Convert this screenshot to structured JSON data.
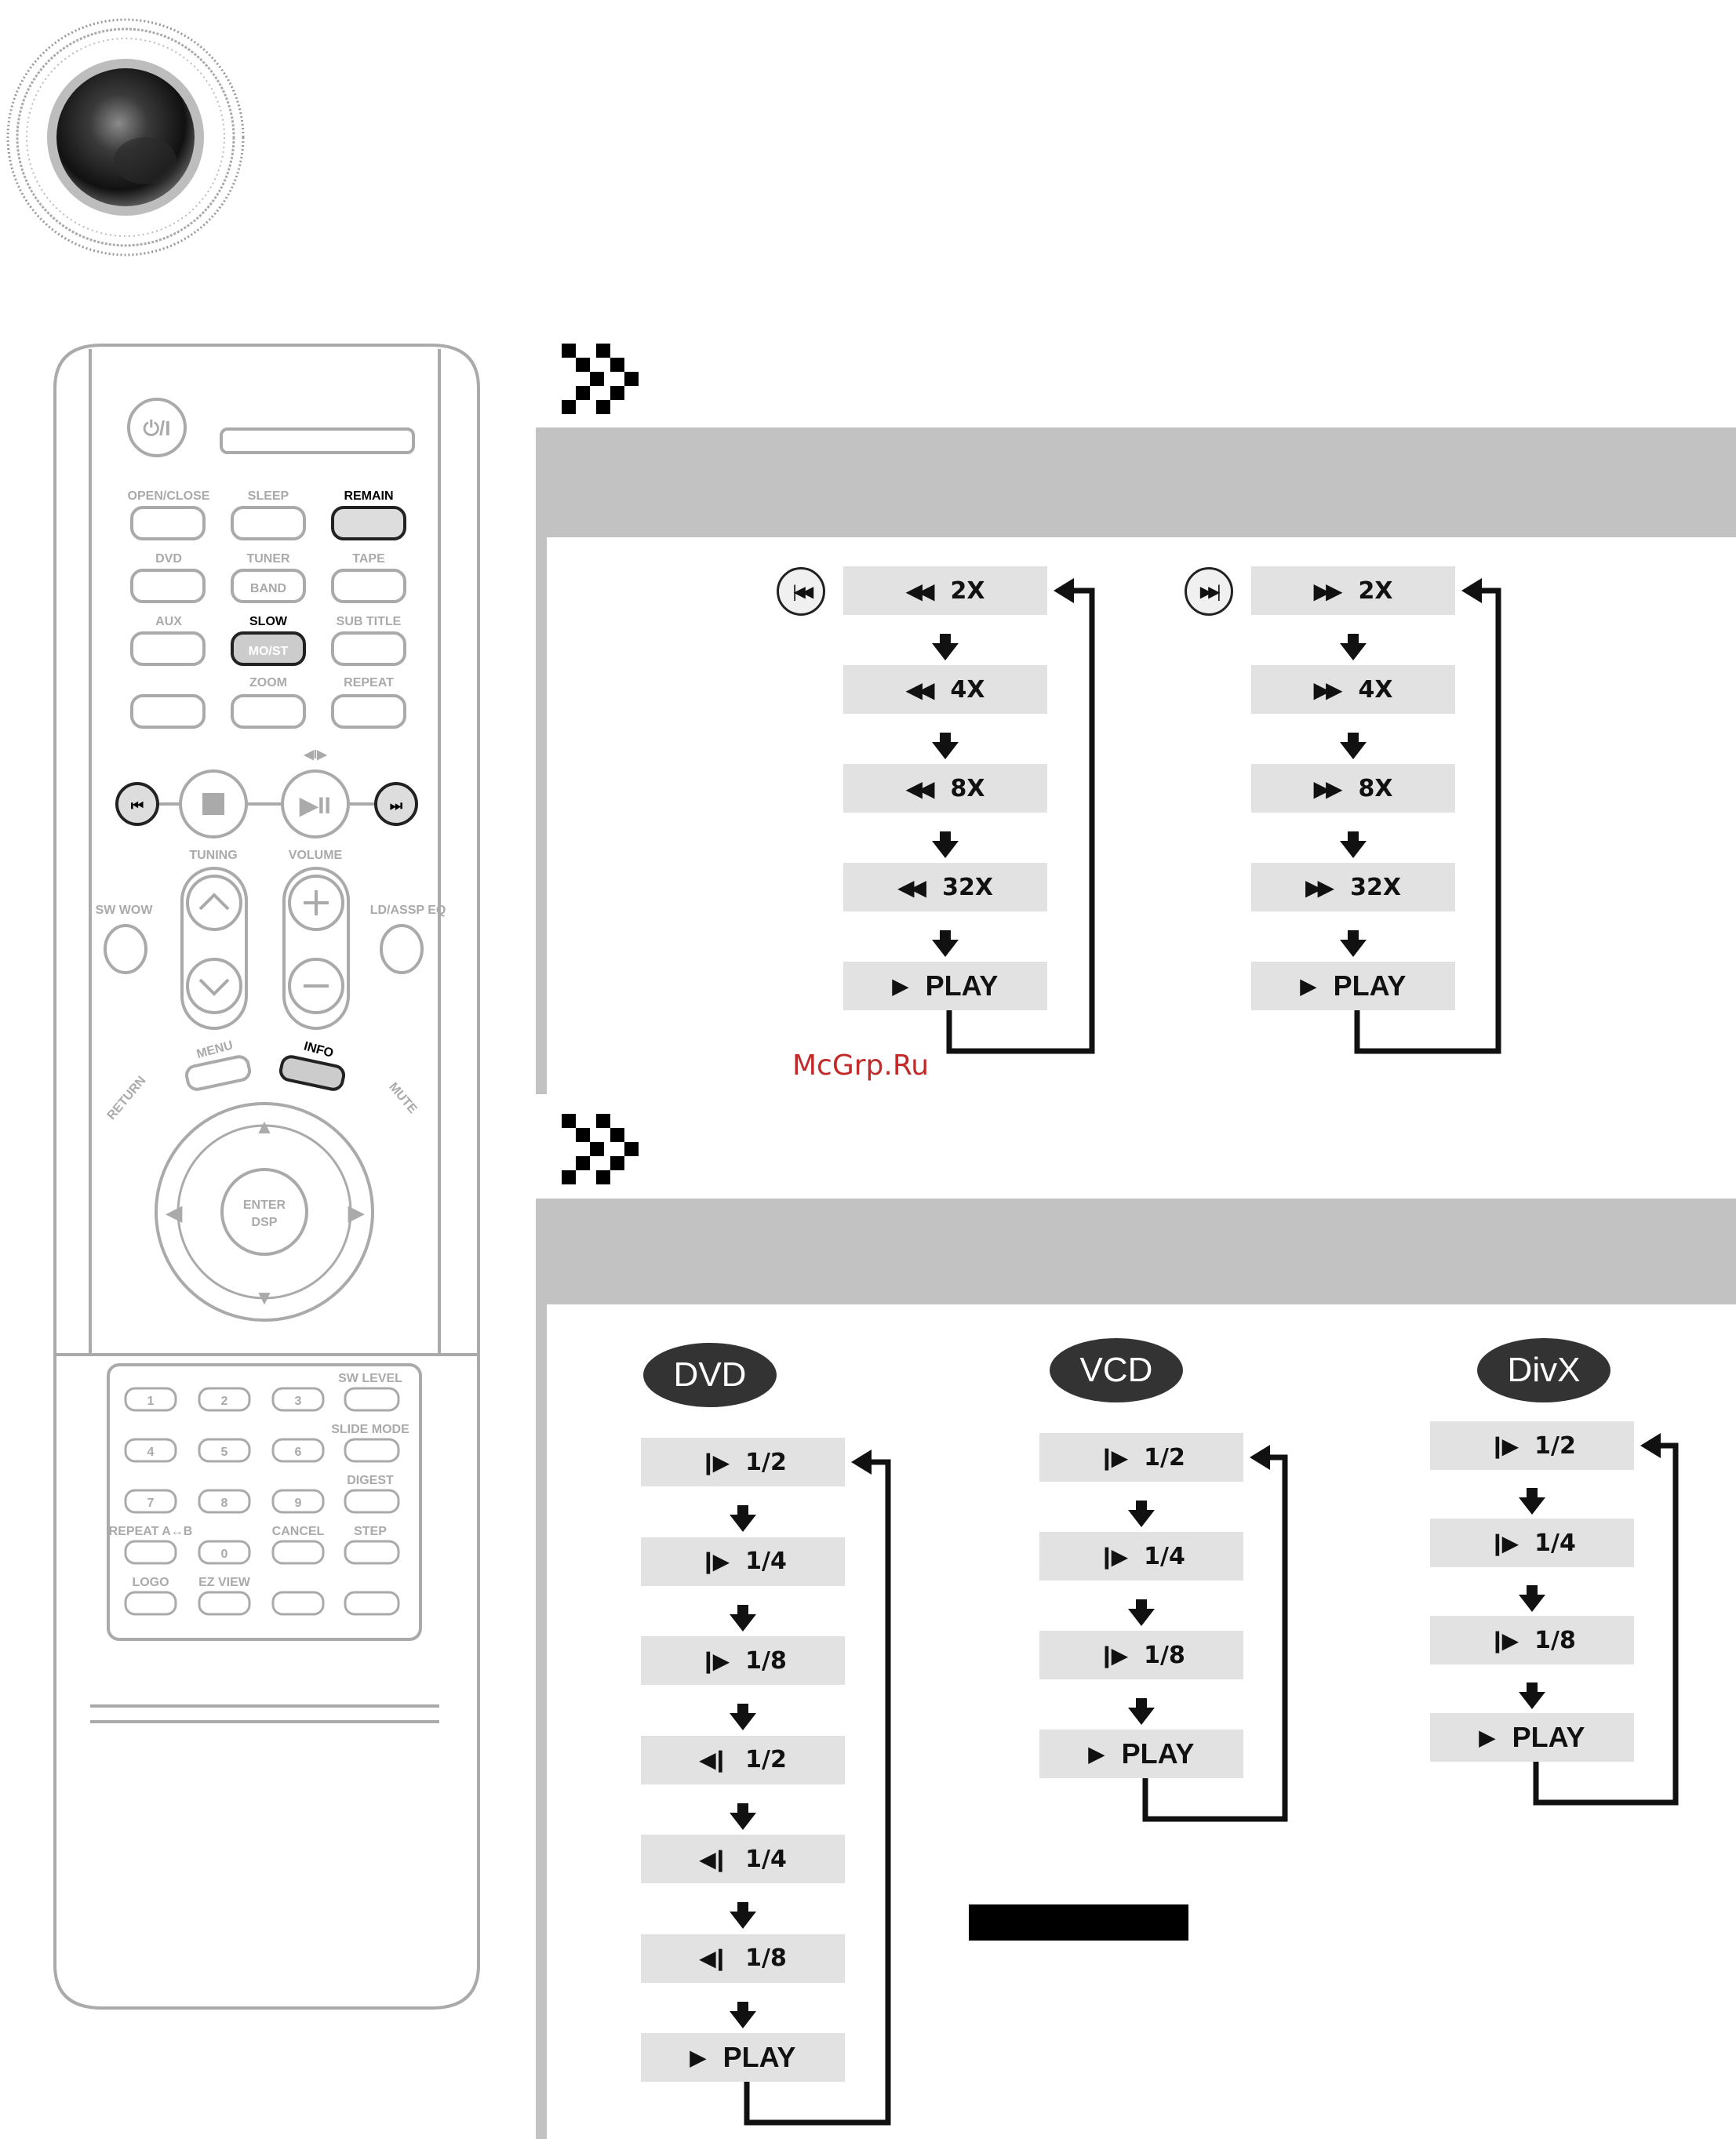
{
  "remote": {
    "power_label": "⏻/I",
    "buttons": {
      "open_close": "OPEN/CLOSE",
      "sleep": "SLEEP",
      "remain": "REMAIN",
      "dvd": "DVD",
      "tuner": "TUNER",
      "band": "BAND",
      "tape": "TAPE",
      "aux": "AUX",
      "slow": "SLOW",
      "mo_st": "MO/ST",
      "sub_title": "SUB TITLE",
      "zoom": "ZOOM",
      "repeat": "REPEAT",
      "tuning": "TUNING",
      "volume": "VOLUME",
      "sw_wow": "SW WOW",
      "ld_assp_eq": "LD/ASSP EQ",
      "menu": "MENU",
      "info": "INFO",
      "return": "RETURN",
      "mute": "MUTE",
      "enter": "ENTER",
      "dsp": "DSP",
      "sw_level": "SW LEVEL",
      "slide_mode": "SLIDE MODE",
      "digest": "DIGEST",
      "cancel": "CANCEL",
      "step": "STEP",
      "ez_view": "EZ VIEW",
      "logo": "LOGO",
      "repeat_ab": "REPEAT A↔B",
      "num": [
        "1",
        "2",
        "3",
        "4",
        "5",
        "6",
        "7",
        "8",
        "9",
        "0"
      ]
    }
  },
  "search": {
    "rev_button_icon": "skip-back-icon",
    "fwd_button_icon": "skip-forward-icon",
    "rev_steps": [
      {
        "glyph": "◀◀",
        "label": "2X"
      },
      {
        "glyph": "◀◀",
        "label": "4X"
      },
      {
        "glyph": "◀◀",
        "label": "8X"
      },
      {
        "glyph": "◀◀",
        "label": "32X"
      },
      {
        "glyph": "▶",
        "label": "PLAY"
      }
    ],
    "fwd_steps": [
      {
        "glyph": "▶▶",
        "label": "2X"
      },
      {
        "glyph": "▶▶",
        "label": "4X"
      },
      {
        "glyph": "▶▶",
        "label": "8X"
      },
      {
        "glyph": "▶▶",
        "label": "32X"
      },
      {
        "glyph": "▶",
        "label": "PLAY"
      }
    ]
  },
  "slow": {
    "dvd": {
      "label": "DVD",
      "steps": [
        {
          "glyph": "❙▶",
          "label": "1/2"
        },
        {
          "glyph": "❙▶",
          "label": "1/4"
        },
        {
          "glyph": "❙▶",
          "label": "1/8"
        },
        {
          "glyph": "◀❙",
          "label": "1/2"
        },
        {
          "glyph": "◀❙",
          "label": "1/4"
        },
        {
          "glyph": "◀❙",
          "label": "1/8"
        },
        {
          "glyph": "▶",
          "label": "PLAY"
        }
      ]
    },
    "vcd": {
      "label": "VCD",
      "steps": [
        {
          "glyph": "❙▶",
          "label": "1/2"
        },
        {
          "glyph": "❙▶",
          "label": "1/4"
        },
        {
          "glyph": "❙▶",
          "label": "1/8"
        },
        {
          "glyph": "▶",
          "label": "PLAY"
        }
      ]
    },
    "divx": {
      "label": "DivX",
      "steps": [
        {
          "glyph": "❙▶",
          "label": "1/2"
        },
        {
          "glyph": "❙▶",
          "label": "1/4"
        },
        {
          "glyph": "❙▶",
          "label": "1/8"
        },
        {
          "glyph": "▶",
          "label": "PLAY"
        }
      ]
    }
  },
  "watermark": "McGrp.Ru"
}
